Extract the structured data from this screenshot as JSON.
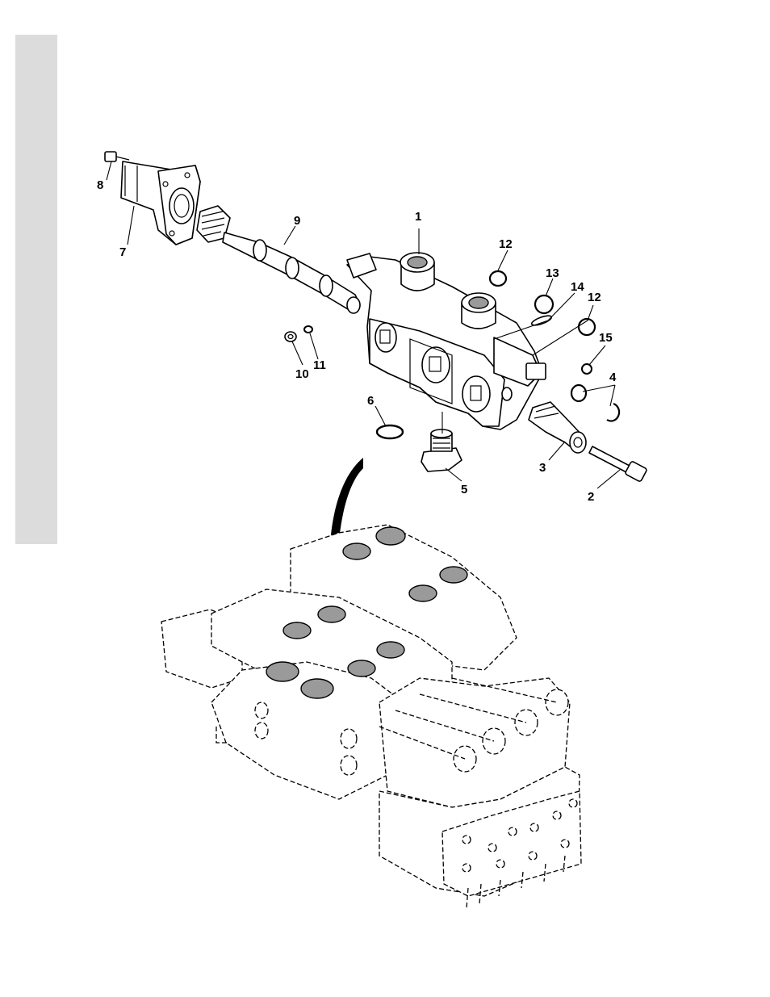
{
  "callouts": [
    {
      "id": "c1",
      "label": "1"
    },
    {
      "id": "c2",
      "label": "2"
    },
    {
      "id": "c3",
      "label": "3"
    },
    {
      "id": "c4",
      "label": "4"
    },
    {
      "id": "c5",
      "label": "5"
    },
    {
      "id": "c6",
      "label": "6"
    },
    {
      "id": "c7",
      "label": "7"
    },
    {
      "id": "c8",
      "label": "8"
    },
    {
      "id": "c9",
      "label": "9"
    },
    {
      "id": "c10",
      "label": "10"
    },
    {
      "id": "c11",
      "label": "11"
    },
    {
      "id": "c12a",
      "label": "12"
    },
    {
      "id": "c12b",
      "label": "12"
    },
    {
      "id": "c13",
      "label": "13"
    },
    {
      "id": "c14",
      "label": "14"
    },
    {
      "id": "c15",
      "label": "15"
    }
  ],
  "colors": {
    "side_tab": "#dcdcdc",
    "ink": "#000000"
  }
}
